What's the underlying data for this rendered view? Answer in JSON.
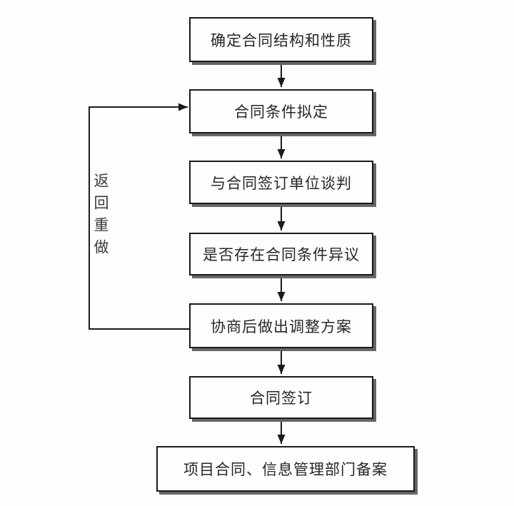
{
  "diagram": {
    "type": "flowchart",
    "title": "",
    "nodes": [
      {
        "id": 1,
        "label": "确定合同结构和性质"
      },
      {
        "id": 2,
        "label": "合同条件拟定"
      },
      {
        "id": 3,
        "label": "与合同签订单位谈判"
      },
      {
        "id": 4,
        "label": "是否存在合同条件异议"
      },
      {
        "id": 5,
        "label": "协商后做出调整方案"
      },
      {
        "id": 6,
        "label": "合同签订"
      },
      {
        "id": 7,
        "label": "项目合同、信息管理部门备案"
      }
    ],
    "edges": [
      {
        "from": 1,
        "to": 2,
        "type": "forward"
      },
      {
        "from": 2,
        "to": 3,
        "type": "forward"
      },
      {
        "from": 3,
        "to": 4,
        "type": "forward"
      },
      {
        "from": 4,
        "to": 5,
        "type": "forward"
      },
      {
        "from": 5,
        "to": 6,
        "type": "forward"
      },
      {
        "from": 6,
        "to": 7,
        "type": "forward"
      },
      {
        "from": 5,
        "to": 2,
        "type": "feedback",
        "label": "返回重做"
      }
    ],
    "feedback_label": "返回重做",
    "colors": {
      "line": "#1a1a1a",
      "box_border": "#1a1a1a",
      "box_fill": "#fffefe",
      "box_shadow": "#666666",
      "background": "#fffdfe",
      "text": "#262626"
    }
  }
}
